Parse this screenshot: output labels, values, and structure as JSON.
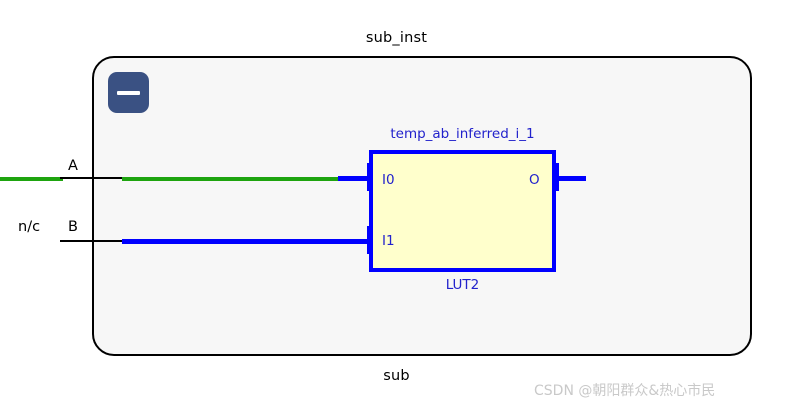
{
  "schematic": {
    "module_title": "sub_inst",
    "module_footer": "sub",
    "collapse_button": {
      "icon": "minus-icon",
      "color": "#3a5183"
    },
    "ports": [
      {
        "name": "A",
        "annotation": "",
        "net_color": "#1ea40f"
      },
      {
        "name": "B",
        "annotation": "n/c",
        "net_color": "#0000ff"
      }
    ],
    "port_labels": {
      "a": "A",
      "b": "B",
      "nc": "n/c"
    },
    "primitive": {
      "instance_name": "temp_ab_inferred_i_1",
      "cell_type": "LUT2",
      "fill_color": "#ffffcc",
      "border_color": "#0000ff",
      "text_color": "#2222cc",
      "input_pins": [
        "I0",
        "I1"
      ],
      "output_pins": [
        "O"
      ],
      "pins": {
        "i0": "I0",
        "i1": "I1",
        "o": "O"
      }
    },
    "colors": {
      "background_outer": "#ffffff",
      "background_inner": "#f7f7f7",
      "container_border": "#000000",
      "wire_green": "#1ea40f",
      "wire_blue": "#0000ff",
      "wire_black": "#000000"
    }
  },
  "watermark": {
    "text": "CSDN @朝阳群众&热心市民"
  }
}
